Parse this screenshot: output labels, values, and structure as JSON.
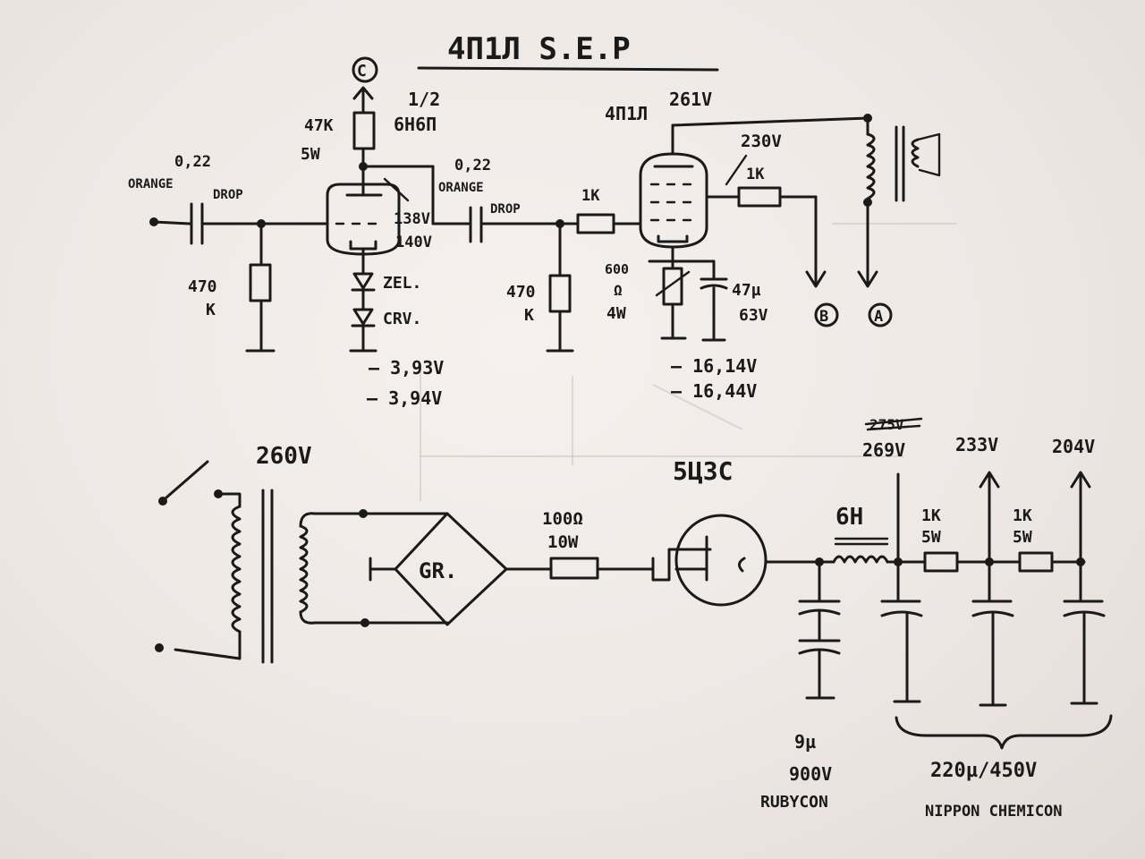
{
  "title": "4П1Л  S.E.P",
  "preamp": {
    "plate_terminal": "C",
    "tube_half": "1/2",
    "tube": "6Н6П",
    "plate_resistor": "47K",
    "plate_resistor_power": "5W",
    "input_cap": "0,22",
    "input_cap_type_1": "ORANGE",
    "input_cap_type_2": "DROP",
    "coupling_cap": "0,22",
    "coupling_cap_type_1": "ORANGE",
    "coupling_cap_type_2": "DROP",
    "grid_resistor_1": "470",
    "grid_resistor_1_unit": "K",
    "grid_resistor_2": "470",
    "grid_resistor_2_unit": "K",
    "plate_voltage_1": "138V",
    "plate_voltage_2": "140V",
    "diode_1": "ZEL.",
    "diode_2": "CRV.",
    "cathode_voltage_1": "— 3,93V",
    "cathode_voltage_2": "— 3,94V"
  },
  "output_stage": {
    "tube": "4П1Л",
    "plate_voltage": "261V",
    "screen_voltage": "230V",
    "grid_stopper": "1K",
    "screen_resistor": "1K",
    "cathode_resistor_1": "600",
    "cathode_resistor_unit": "Ω",
    "cathode_resistor_power": "4W",
    "cathode_cap": "47µ",
    "cathode_cap_voltage": "63V",
    "terminal_b": "B",
    "terminal_a": "A",
    "cathode_voltage_1": "— 16,14V",
    "cathode_voltage_2": "— 16,44V"
  },
  "power_supply": {
    "transformer_voltage": "260V",
    "bridge": "GR.",
    "series_resistor": "100Ω",
    "series_resistor_power": "10W",
    "rectifier": "5Ц3С",
    "choke": "6H",
    "tap_1_struck": "275V",
    "tap_1": "269V",
    "tap_2": "233V",
    "tap_3": "204V",
    "dropper_1": "1K",
    "dropper_1_power": "5W",
    "dropper_2": "1K",
    "dropper_2_power": "5W",
    "first_cap": "9µ",
    "first_cap_voltage": "900V",
    "first_cap_brand": "RUBYCON",
    "main_caps": "220µ/450V",
    "main_caps_brand": "NIPPON CHEMICON"
  }
}
